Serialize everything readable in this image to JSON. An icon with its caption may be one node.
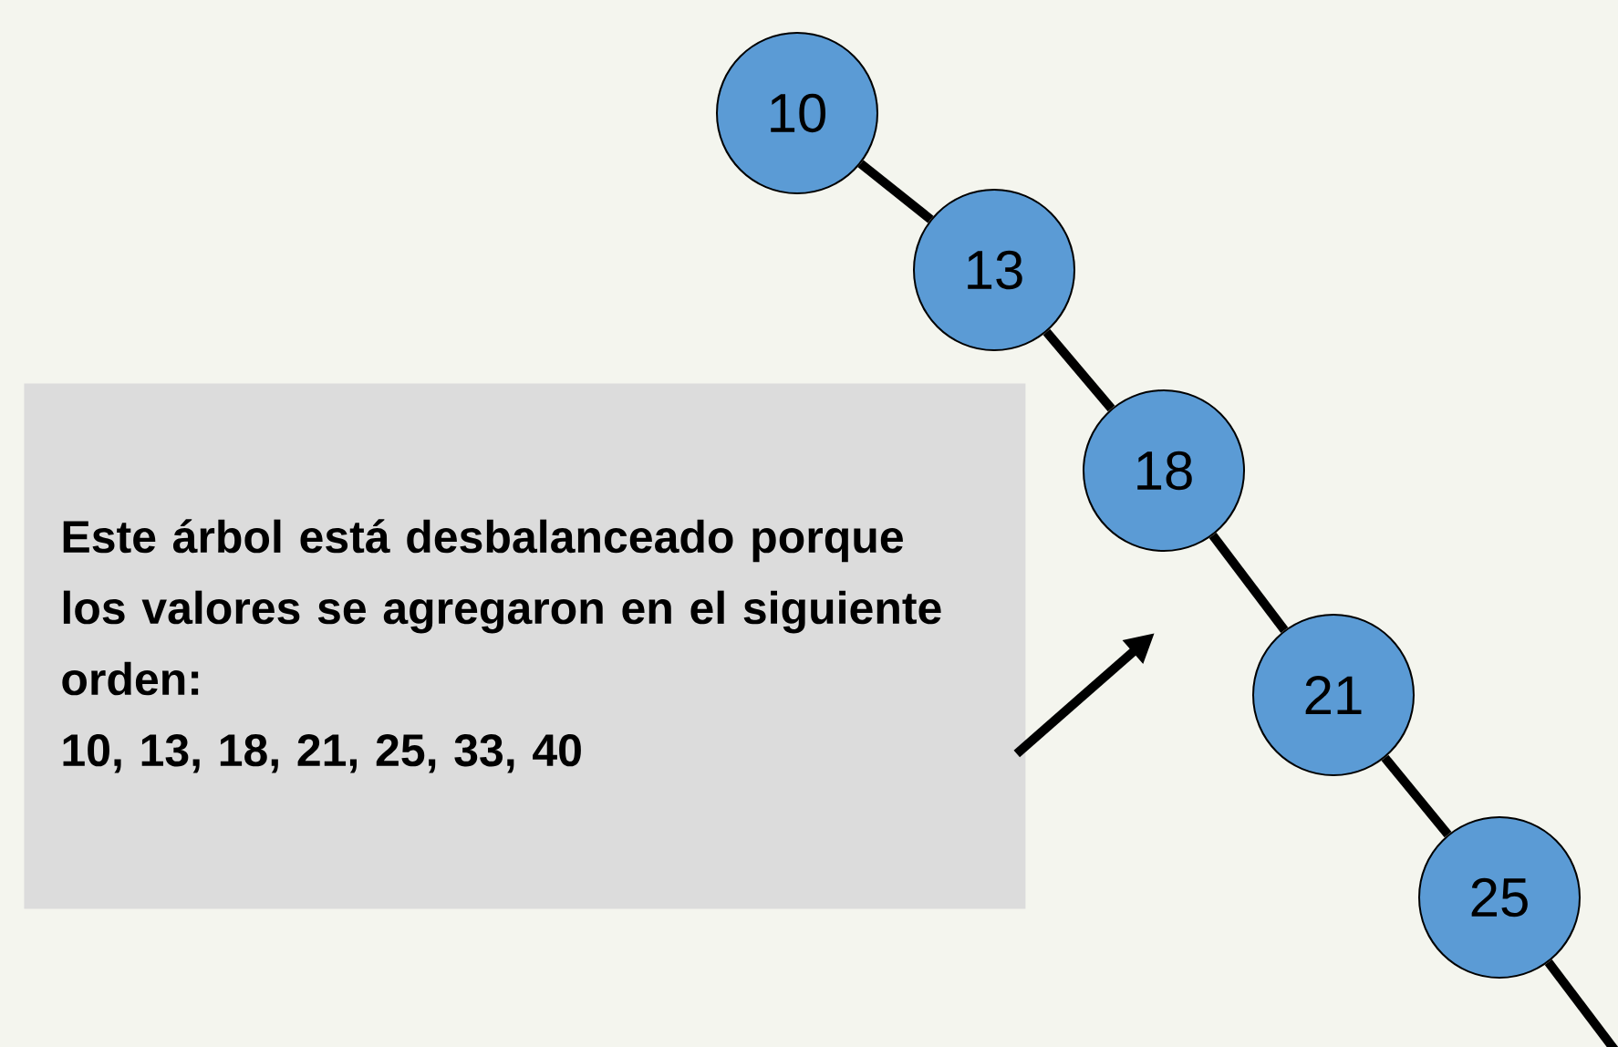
{
  "diagram": {
    "nodes": [
      {
        "text": [
          "10"
        ]
      },
      {
        "text": [
          "13"
        ]
      },
      {
        "text": [
          "18"
        ]
      },
      {
        "text": [
          "21"
        ]
      },
      {
        "text": [
          "25"
        ]
      },
      {
        "text": [
          "Este árbol está desbalanceado porque los valores se agregaron en el siguiente orden:",
          "10, 13, 18, 21, 25, 33, 40"
        ]
      }
    ],
    "edges": [
      {
        "from": 0,
        "to": 1,
        "arrow": "none"
      },
      {
        "from": 1,
        "to": 2,
        "arrow": "none"
      },
      {
        "from": 2,
        "to": 3,
        "arrow": "none"
      },
      {
        "from": 3,
        "to": 4,
        "arrow": "none"
      },
      {
        "from": 4,
        "to": null,
        "arrow": "none"
      },
      {
        "from": 5,
        "to": null,
        "arrow": "to"
      }
    ]
  }
}
